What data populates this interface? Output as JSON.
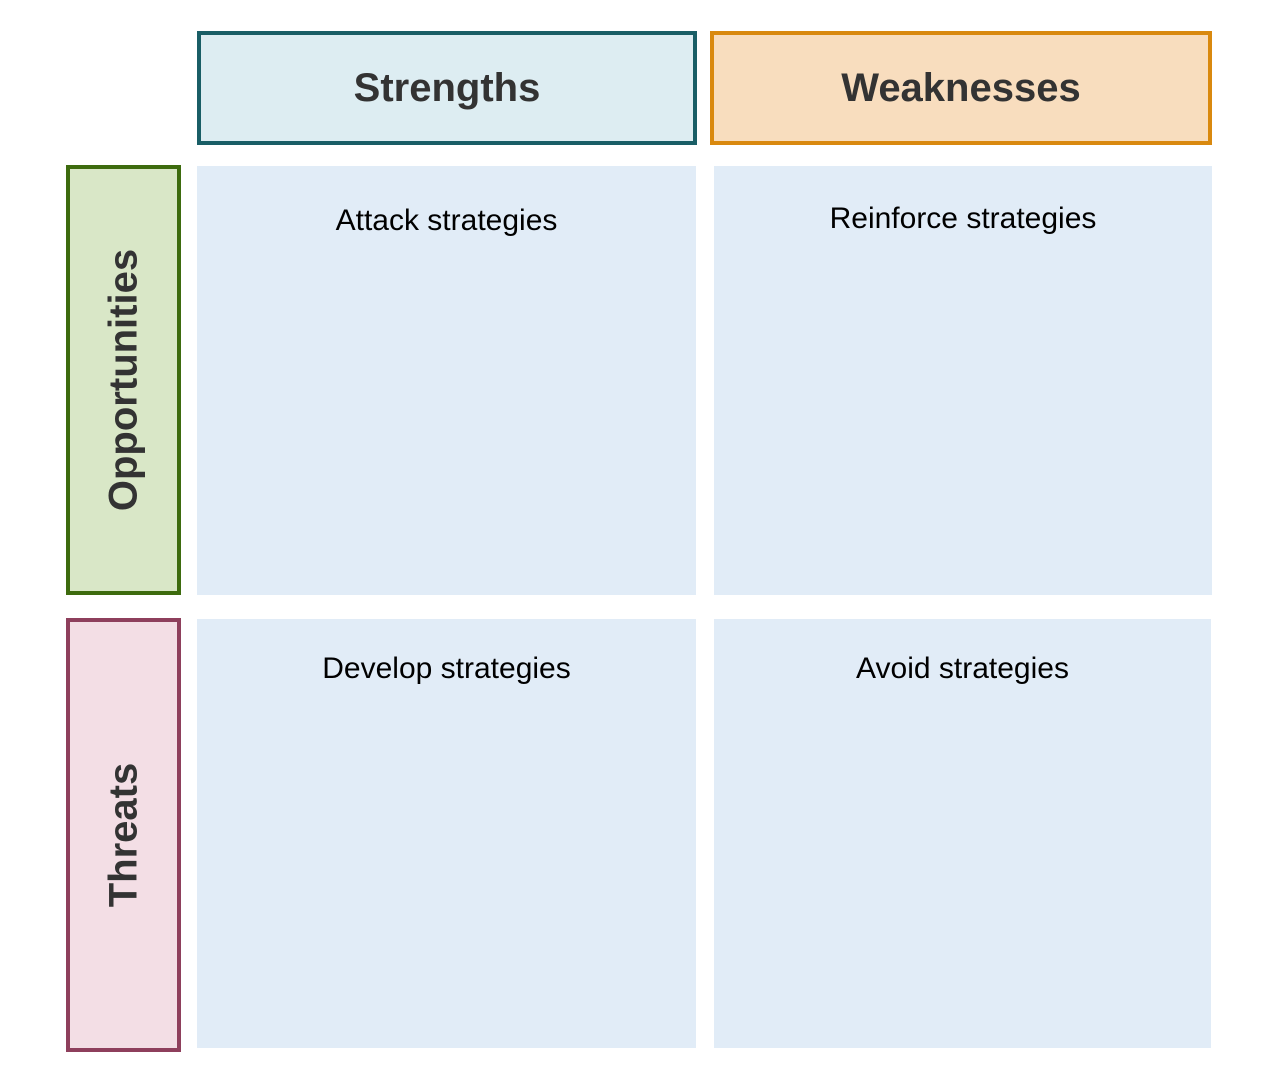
{
  "columns": {
    "strengths": {
      "label": "Strengths",
      "fill": "#ddedf2",
      "border": "#195e66"
    },
    "weaknesses": {
      "label": "Weaknesses",
      "fill": "#f8ddbe",
      "border": "#d9890f"
    }
  },
  "rows": {
    "opportunities": {
      "label": "Opportunities",
      "fill": "#d9e7c7",
      "border": "#3d6b0e"
    },
    "threats": {
      "label": "Threats",
      "fill": "#f3dee5",
      "border": "#8e3f5c"
    }
  },
  "cells": {
    "strengths_opportunities": "Attack strategies",
    "weaknesses_opportunities": "Reinforce strategies",
    "strengths_threats": "Develop strategies",
    "weaknesses_threats": "Avoid strategies",
    "fill": "#e1ecf7"
  }
}
